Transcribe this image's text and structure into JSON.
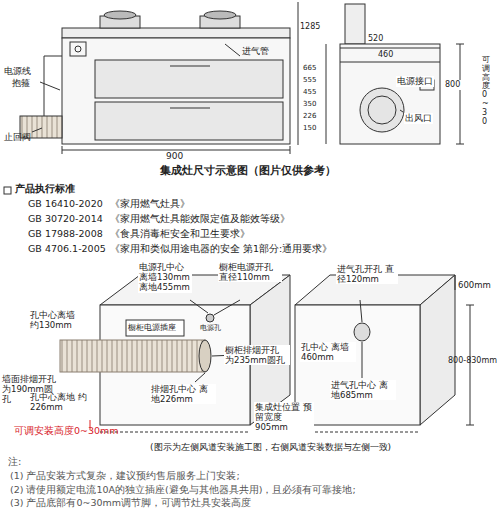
{
  "diagram": {
    "caption": "集成灶尺寸示意图（图片仅供参考）",
    "labels": [
      "电源线",
      "抱箍",
      "止回阀",
      "进气管",
      "900",
      "1285",
      "520",
      "460",
      "电源接口",
      "出风口",
      "可调高度0~30",
      "800",
      "665",
      "555",
      "455",
      "350",
      "226",
      "150",
      "产品执行标准",
      "GB 16410-2020",
      "《家用燃气灶具》",
      "GB 30720-2014",
      "《家用燃气灶具能效限定值及能效等级》",
      "GB 17988-2008",
      "《食具消毒柜安全和卫生要求》",
      "GB 4706.1-2005",
      "《家用和类似用途电器的安全 第1部分:通用要求》",
      "电源孔中心 离墙130mm 离地455mm",
      "橱柜电源开孔 直径110mm",
      "孔中心离墙 约130mm",
      "墙面排烟开孔 为190mm圆孔",
      "橱柜电源插座",
      "电源孔",
      "橱柜排烟开孔 为235mm圆孔",
      "孔中心离地 约226mm",
      "排烟孔中心 离地226mm",
      "可调安装高度0~30mm",
      "集成灶位置 预留宽度905mm",
      "进气孔开孔 直径120mm",
      "600mm",
      "孔中心 离墙460mm",
      "800-830mm",
      "进气孔中心 离地685mm",
      "(图示为左侧风道安装施工图，右侧风道安装数据与左侧一致)",
      "注:",
      "(1) 产品安装方式复杂，建议预约售后服务上门安装;",
      "(2) 请使用额定电流10A的独立插座(避免与其他器具共用)，且必须有可靠接地;",
      "(3) 产品底部有0~30mm调节脚，可调节灶具安装高度"
    ]
  }
}
